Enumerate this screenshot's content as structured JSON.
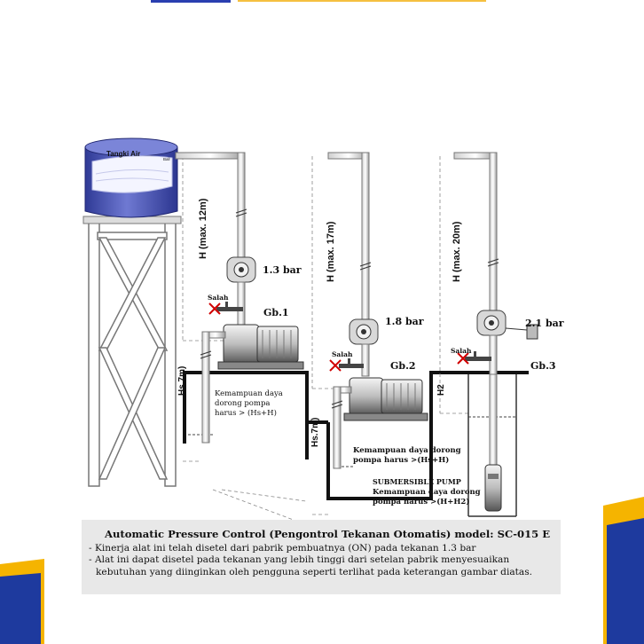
{
  "diagram": {
    "tank_label": "Tangki Air",
    "tank_small_label": "Ball",
    "setups": [
      {
        "id": "Gb.1",
        "height_label": "H (max. 12m)",
        "pressure": "1.3 bar",
        "suction_label": "Hs.7m)",
        "wrong_label": "Salah",
        "capacity_text": [
          "Kemampuan daya",
          "dorong pompa",
          "harus > (Hs+H)"
        ]
      },
      {
        "id": "Gb.2",
        "height_label": "H (max. 17m)",
        "pressure": "1.8 bar",
        "suction_label": "Hs.7m)",
        "wrong_label": "Salah",
        "capacity_text": [
          "Kemampuan daya dorong",
          "pompa harus >(Hs+H)"
        ]
      },
      {
        "id": "Gb.3",
        "height_label": "H (max. 20m)",
        "pressure": "2.1 bar",
        "depth_label": "H2",
        "wrong_label": "Salah",
        "pump_type": "SUBMERSIBLE PUMP",
        "capacity_text": [
          "Kemampuan daya dorong",
          "pompa harus >(H+H2)"
        ]
      }
    ]
  },
  "caption": {
    "title": "Automatic Pressure Control (Pengontrol Tekanan Otomatis) model: SC-015 E",
    "lines": [
      "- Kinerja alat ini telah disetel dari pabrik pembuatnya (ON) pada tekanan 1.3 bar",
      "- Alat ini dapat disetel pada tekanan yang lebih tinggi dari setelan pabrik menyesuaikan",
      "kebutuhan yang diinginkan oleh pengguna seperti terlihat pada keterangan gambar diatas."
    ]
  },
  "colors": {
    "accent_blue": "#1e3a9e",
    "accent_yellow": "#f5b400",
    "tank_blue": "#4a56b8"
  }
}
